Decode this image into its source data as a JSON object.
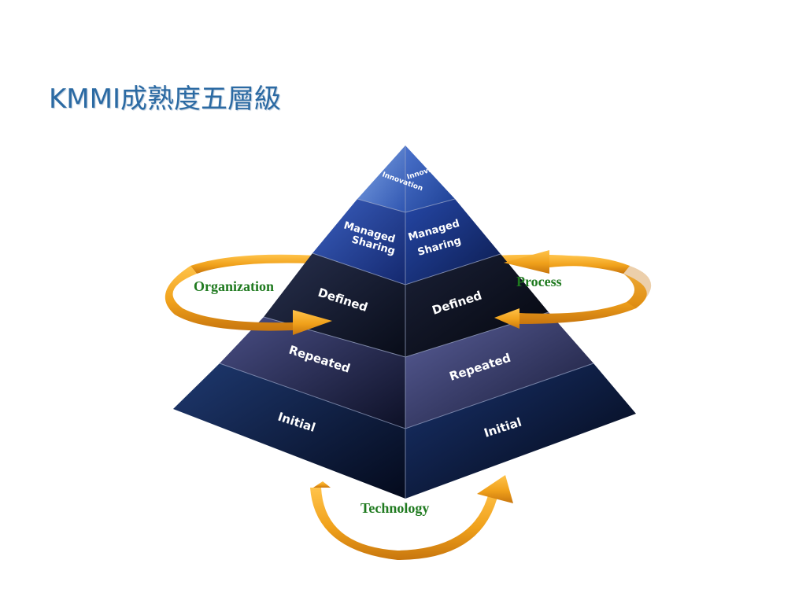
{
  "slide": {
    "title": "KMMI成熟度五層級"
  },
  "pyramid": {
    "tiers": [
      {
        "left_label": "Innovation",
        "right_label": "Innovation"
      },
      {
        "left_label": "Managed",
        "left_label_2": "Sharing",
        "right_label": "Managed",
        "right_label_2": "Sharing"
      },
      {
        "left_label": "Defined",
        "right_label": "Defined"
      },
      {
        "left_label": "Repeated",
        "right_label": "Repeated"
      },
      {
        "left_label": "Initial",
        "right_label": "Initial"
      }
    ]
  },
  "arrows": {
    "organization": "Organization",
    "process": "Process",
    "technology": "Technology"
  },
  "colors": {
    "title": "#2b6aa3",
    "arrow": "#f0a11b",
    "arrow_dark": "#c8760e",
    "axis_text": "#1f7a1f"
  }
}
